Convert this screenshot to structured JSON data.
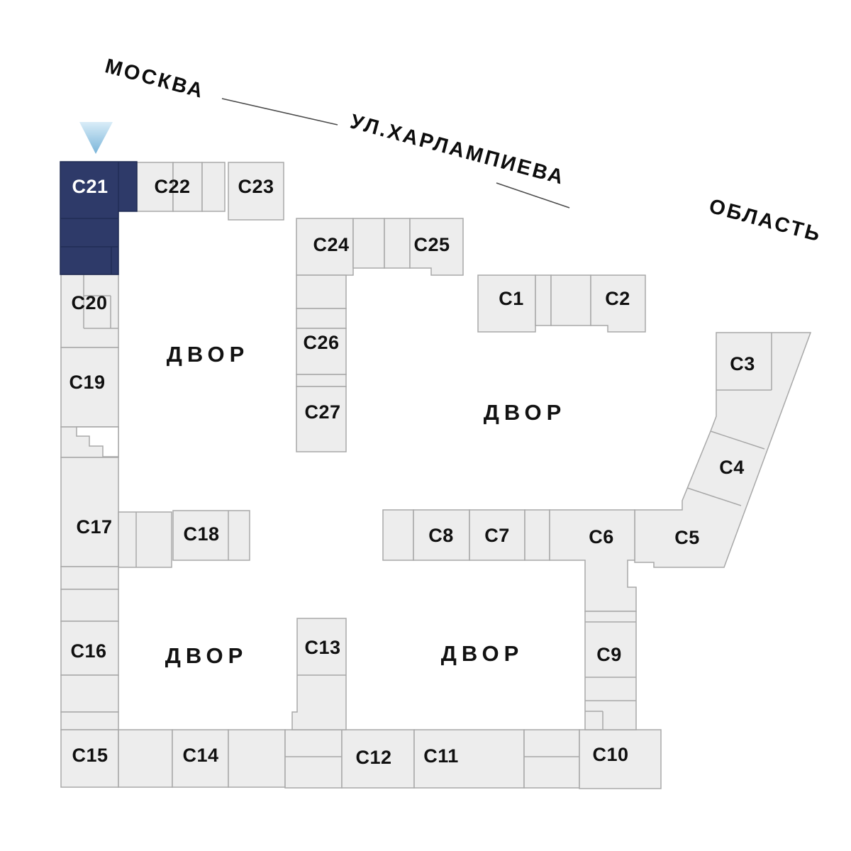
{
  "map": {
    "streets": {
      "moscow_label": "МОСКВА",
      "street_label": "УЛ.ХАРЛАМПИЕВА",
      "oblast_label": "ОБЛАСТЬ"
    },
    "courtyards": [
      {
        "label": "ДВОР"
      },
      {
        "label": "ДВОР"
      },
      {
        "label": "ДВОР"
      },
      {
        "label": "ДВОР"
      }
    ],
    "selected_building": "С21",
    "colors": {
      "highlight": "#2e3a69",
      "block_fill": "#ededed",
      "block_stroke": "#a8a8a8",
      "marker_blue": "#79b4d9"
    },
    "buildings": [
      {
        "label": "С21",
        "selected": true
      },
      {
        "label": "С22"
      },
      {
        "label": "С23"
      },
      {
        "label": "С20"
      },
      {
        "label": "С19"
      },
      {
        "label": "С17"
      },
      {
        "label": "С18"
      },
      {
        "label": "С16"
      },
      {
        "label": "С15"
      },
      {
        "label": "С14"
      },
      {
        "label": "С13"
      },
      {
        "label": "С12"
      },
      {
        "label": "С11"
      },
      {
        "label": "С10"
      },
      {
        "label": "С9"
      },
      {
        "label": "С24"
      },
      {
        "label": "С25"
      },
      {
        "label": "С26"
      },
      {
        "label": "С27"
      },
      {
        "label": "С1"
      },
      {
        "label": "С2"
      },
      {
        "label": "С3"
      },
      {
        "label": "С4"
      },
      {
        "label": "С5"
      },
      {
        "label": "С6"
      },
      {
        "label": "С7"
      },
      {
        "label": "С8"
      }
    ]
  }
}
